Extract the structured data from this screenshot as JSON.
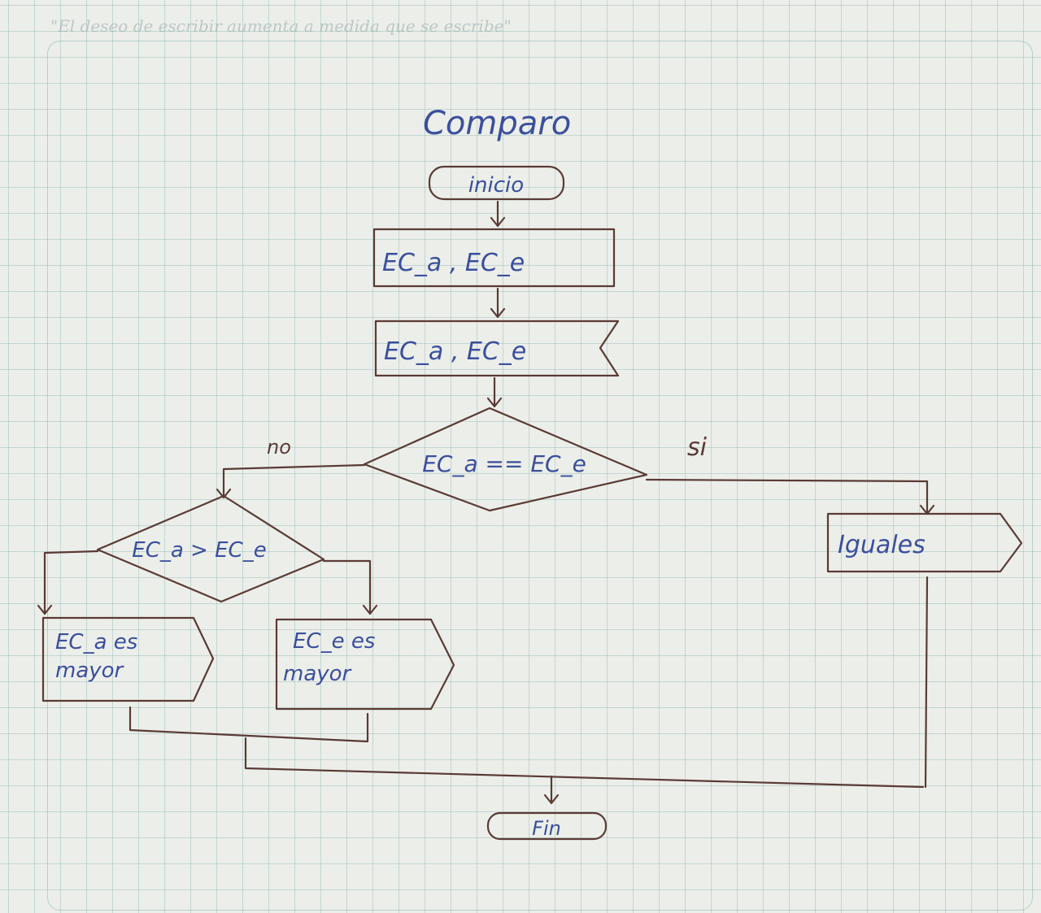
{
  "header": {
    "quote": "\"El deseo de escribir aumenta a medida que se escribe\""
  },
  "diagram": {
    "title": "Comparo",
    "start": "inicio",
    "input": "EC_a , EC_e",
    "display": "EC_a , EC_e",
    "decision_main": "EC_a == EC_e",
    "label_yes": "si",
    "label_no": "no",
    "decision_secondary": "EC_a > EC_e",
    "output_equal": "Iguales",
    "output_a_line1": "EC_a es",
    "output_a_line2": "mayor",
    "output_e_line1": "EC_e es",
    "output_e_line2": "mayor",
    "end": "Fin"
  },
  "colors": {
    "ink_blue": "#3a4f9c",
    "ink_brown": "#5a3a35",
    "paper": "#eceee9",
    "grid": "#78aaaa"
  }
}
